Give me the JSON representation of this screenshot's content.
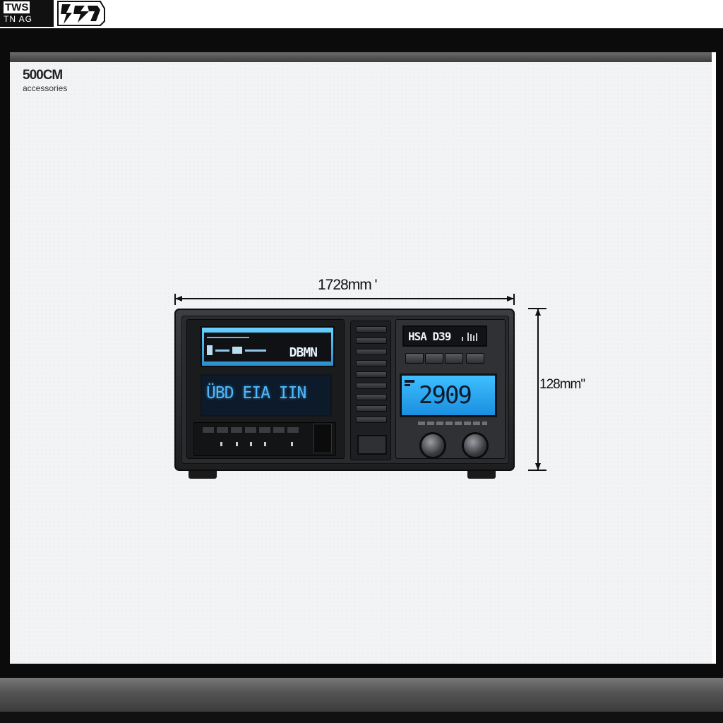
{
  "logo": {
    "line1": "TWS",
    "line2": "TN AG"
  },
  "brand": {
    "name": "500CM",
    "subtitle": "accessories"
  },
  "dimensions": {
    "width_label": "1728mm '",
    "height_label": "128mm\""
  },
  "device": {
    "top_display_text": "DBMN",
    "mid_display_text": "ÜBD EIA IIN",
    "right_display_text": "HSA D39",
    "right_display_aux": "",
    "lcd_value": "2909"
  },
  "colors": {
    "lcd_blue": "#3fbfff",
    "frame_black": "#0b0b0b",
    "canvas": "#f2f3f5"
  }
}
